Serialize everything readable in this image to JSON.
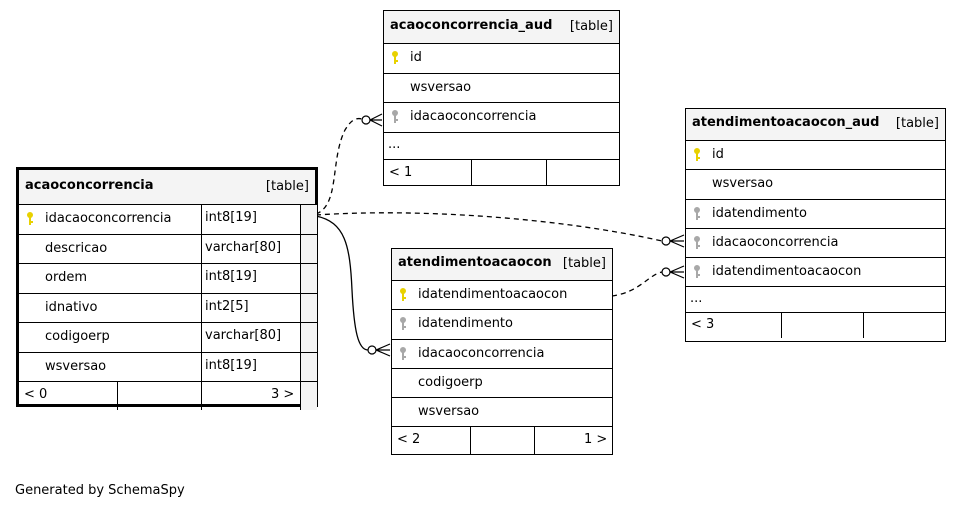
{
  "tables": {
    "acaoconcorrencia": {
      "name": "acaoconcorrencia",
      "tag": "[table]",
      "columns": [
        {
          "name": "idacaoconcorrencia",
          "type": "int8[19]",
          "key": "pk"
        },
        {
          "name": "descricao",
          "type": "varchar[80]",
          "key": ""
        },
        {
          "name": "ordem",
          "type": "int8[19]",
          "key": ""
        },
        {
          "name": "idnativo",
          "type": "int2[5]",
          "key": ""
        },
        {
          "name": "codigoerp",
          "type": "varchar[80]",
          "key": ""
        },
        {
          "name": "wsversao",
          "type": "int8[19]",
          "key": ""
        }
      ],
      "footer_left": "< 0",
      "footer_right": "3 >"
    },
    "acaoconcorrencia_aud": {
      "name": "acaoconcorrencia_aud",
      "tag": "[table]",
      "columns": [
        {
          "name": "id",
          "key": "pk"
        },
        {
          "name": "wsversao",
          "key": ""
        },
        {
          "name": "idacaoconcorrencia",
          "key": "fk"
        }
      ],
      "ellipsis": "...",
      "footer_left": "< 1",
      "footer_right": ""
    },
    "atendimentoacaocon_aud": {
      "name": "atendimentoacaocon_aud",
      "tag": "[table]",
      "columns": [
        {
          "name": "id",
          "key": "pk"
        },
        {
          "name": "wsversao",
          "key": ""
        },
        {
          "name": "idatendimento",
          "key": "fk"
        },
        {
          "name": "idacaoconcorrencia",
          "key": "fk"
        },
        {
          "name": "idatendimentoacaocon",
          "key": "fk"
        }
      ],
      "ellipsis": "...",
      "footer_left": "< 3",
      "footer_right": ""
    },
    "atendimentoacaocon": {
      "name": "atendimentoacaocon",
      "tag": "[table]",
      "columns": [
        {
          "name": "idatendimentoacaocon",
          "key": "pk"
        },
        {
          "name": "idatendimento",
          "key": "fk"
        },
        {
          "name": "idacaoconcorrencia",
          "key": "fk"
        },
        {
          "name": "codigoerp",
          "key": ""
        },
        {
          "name": "wsversao",
          "key": ""
        }
      ],
      "footer_left": "< 2",
      "footer_right": "1 >"
    }
  },
  "relationships": [
    {
      "from": "acaoconcorrencia.idacaoconcorrencia",
      "to": "acaoconcorrencia_aud.idacaoconcorrencia",
      "style": "dashed"
    },
    {
      "from": "acaoconcorrencia.idacaoconcorrencia",
      "to": "atendimentoacaocon_aud.idacaoconcorrencia",
      "style": "dashed"
    },
    {
      "from": "acaoconcorrencia.idacaoconcorrencia",
      "to": "atendimentoacaocon.idacaoconcorrencia",
      "style": "solid"
    },
    {
      "from": "atendimentoacaocon.idatendimentoacaocon",
      "to": "atendimentoacaocon_aud.idatendimentoacaocon",
      "style": "dashed"
    }
  ],
  "colors": {
    "pk_key": "#e8d100",
    "fk_key": "#a8a8a8",
    "header_bg": "#f4f4f4"
  },
  "generated_by": "Generated by SchemaSpy"
}
